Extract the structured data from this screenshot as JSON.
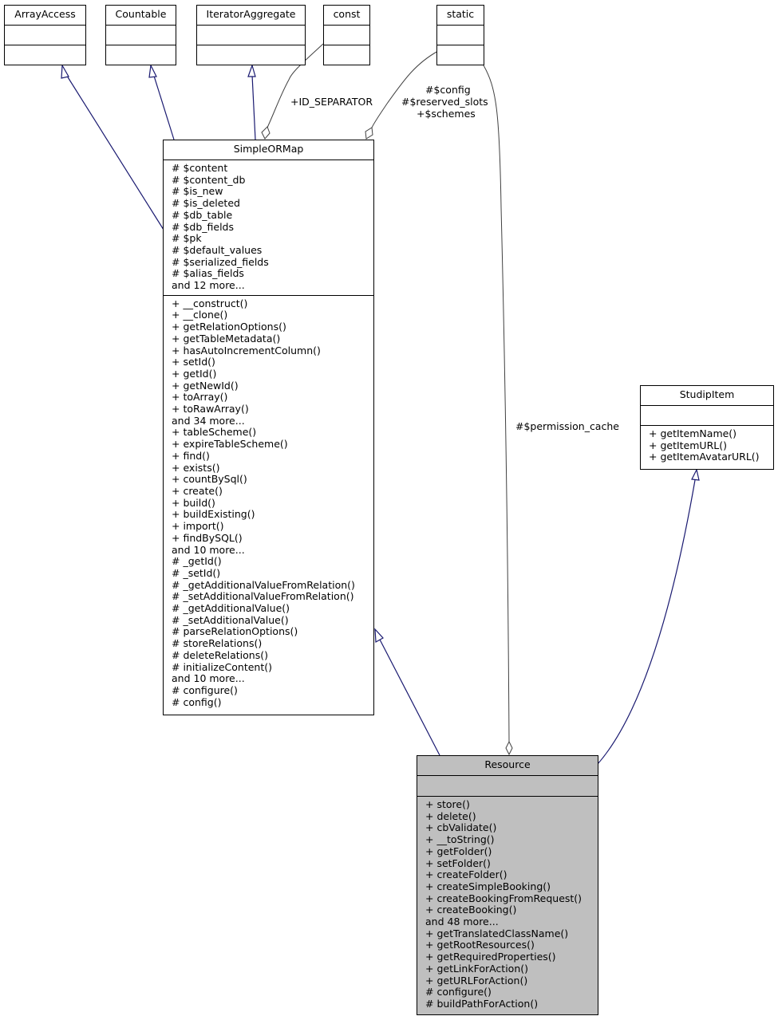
{
  "classes": {
    "array_access": {
      "name": "ArrayAccess"
    },
    "countable": {
      "name": "Countable"
    },
    "iterator_aggregate": {
      "name": "IteratorAggregate"
    },
    "const": {
      "name": "const"
    },
    "static": {
      "name": "static"
    },
    "simple_or_map": {
      "name": "SimpleORMap",
      "attributes": [
        "# $content",
        "# $content_db",
        "# $is_new",
        "# $is_deleted",
        "# $db_table",
        "# $db_fields",
        "# $pk",
        "# $default_values",
        "# $serialized_fields",
        "# $alias_fields",
        "and 12 more..."
      ],
      "methods": [
        "+ __construct()",
        "+ __clone()",
        "+ getRelationOptions()",
        "+ getTableMetadata()",
        "+ hasAutoIncrementColumn()",
        "+ setId()",
        "+ getId()",
        "+ getNewId()",
        "+ toArray()",
        "+ toRawArray()",
        "and 34 more...",
        "+ tableScheme()",
        "+ expireTableScheme()",
        "+ find()",
        "+ exists()",
        "+ countBySql()",
        "+ create()",
        "+ build()",
        "+ buildExisting()",
        "+ import()",
        "+ findBySQL()",
        "and 10 more...",
        "# _getId()",
        "# _setId()",
        "# _getAdditionalValueFromRelation()",
        "# _setAdditionalValueFromRelation()",
        "# _getAdditionalValue()",
        "# _setAdditionalValue()",
        "# parseRelationOptions()",
        "# storeRelations()",
        "# deleteRelations()",
        "# initializeContent()",
        "and 10 more...",
        "# configure()",
        "# config()"
      ]
    },
    "studip_item": {
      "name": "StudipItem",
      "methods": [
        "+ getItemName()",
        "+ getItemURL()",
        "+ getItemAvatarURL()"
      ]
    },
    "resource": {
      "name": "Resource",
      "methods": [
        "+ store()",
        "+ delete()",
        "+ cbValidate()",
        "+ __toString()",
        "+ getFolder()",
        "+ setFolder()",
        "+ createFolder()",
        "+ createSimpleBooking()",
        "+ createBookingFromRequest()",
        "+ createBooking()",
        "and 48 more...",
        "+ getTranslatedClassName()",
        "+ getRootResources()",
        "+ getRequiredProperties()",
        "+ getLinkForAction()",
        "+ getURLForAction()",
        "# configure()",
        "# buildPathForAction()"
      ]
    }
  },
  "edge_labels": {
    "id_separator": "+ID_SEPARATOR",
    "static_members": [
      "#$config",
      "#$reserved_slots",
      "+$schemes"
    ],
    "permission_cache": "#$permission_cache"
  },
  "colors": {
    "inheritance_edge": "#191970",
    "association_edge": "#404040",
    "highlight_fill": "#bfbfbf"
  }
}
